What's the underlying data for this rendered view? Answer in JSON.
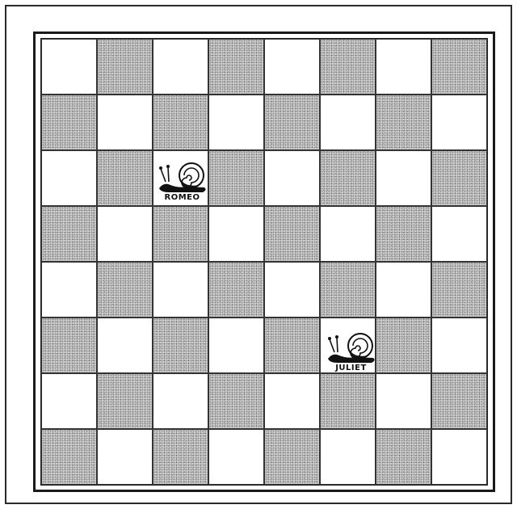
{
  "board": {
    "rows": 8,
    "cols": 8,
    "colors": {
      "dark": "#cfcfcf",
      "light": "#ffffff",
      "line": "#222222"
    },
    "pieces": [
      {
        "name": "romeo",
        "label": "ROMEO",
        "icon": "snail-icon",
        "row": 3,
        "col": 3
      },
      {
        "name": "juliet",
        "label": "JULIET",
        "icon": "snail-icon",
        "row": 6,
        "col": 6
      }
    ]
  }
}
